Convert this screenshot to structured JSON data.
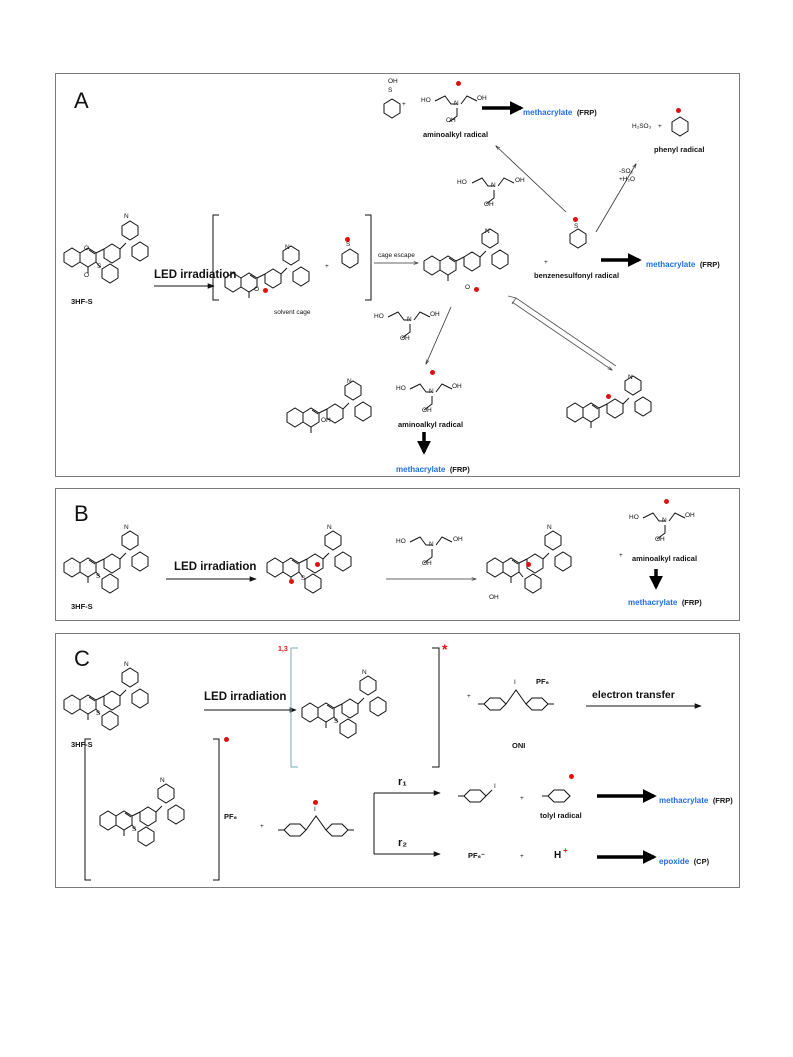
{
  "panel_a": {
    "letter": "A",
    "led": "LED irradiation",
    "cage_escape": "cage escape",
    "solvent_cage": "solvent cage",
    "label_3hfs": "3HF-S",
    "aminoalkyl_radical": "aminoalkyl radical",
    "aminoalkyl_radical_2": "aminoalkyl radical",
    "benzenesulfonyl_radical": "benzenesulfonyl radical",
    "phenyl_radical": "phenyl radical",
    "h2so3": "H₂SO₃",
    "so2_loss": "-SO₂",
    "h2o_gain": "+H₂O",
    "methacrylate": "methacrylate",
    "frp": "(FRP)"
  },
  "panel_b": {
    "letter": "B",
    "led": "LED irradiation",
    "label_3hfs": "3HF-S",
    "aminoalkyl_radical": "aminoalkyl radical",
    "methacrylate": "methacrylate",
    "frp": "(FRP)"
  },
  "panel_c": {
    "letter": "C",
    "led": "LED irradiation",
    "label_3hfs": "3HF-S",
    "multiplicity": "1,3",
    "excited": "*",
    "oni": "ONI",
    "pf6": "PF₆",
    "pf6_minus": "PF₆⁻",
    "electron_transfer": "electron transfer",
    "r1": "r₁",
    "r2": "r₂",
    "tolyl_radical": "tolyl radical",
    "h_plus": "H",
    "methacrylate": "methacrylate",
    "frp": "(FRP)",
    "epoxide": "epoxide",
    "cp": "(CP)"
  },
  "atoms": {
    "oh": "OH",
    "ho": "HO",
    "n": "N",
    "o": "O",
    "s": "S",
    "i": "I",
    "plus": "+"
  },
  "colors": {
    "accent_blue": "#1f6fe0",
    "radical_red": "#e01010",
    "frame": "#7a7a7a"
  }
}
